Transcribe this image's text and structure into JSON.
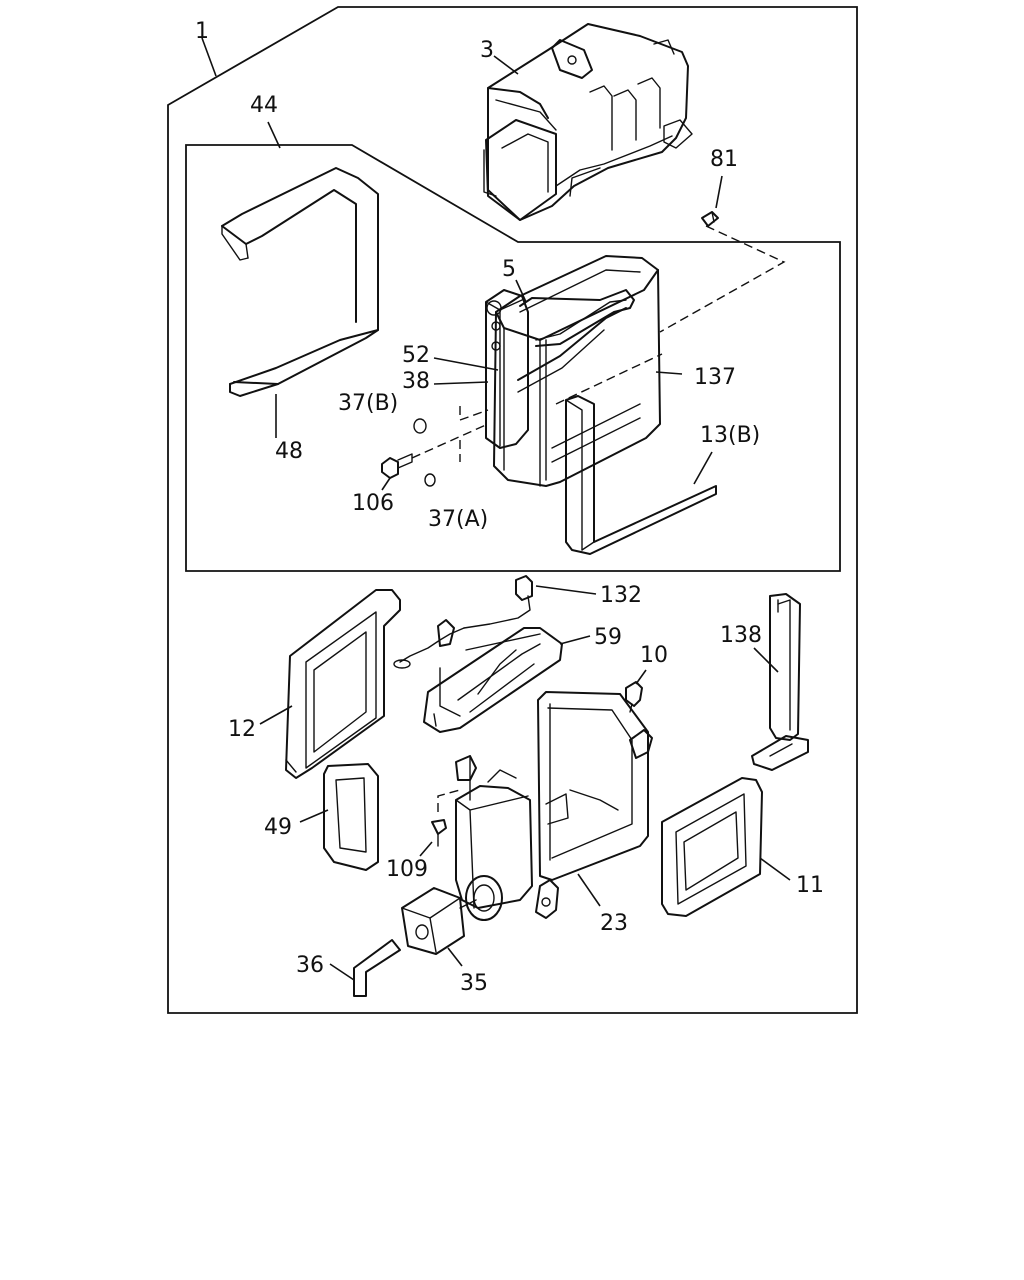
{
  "callouts": {
    "c1": "1",
    "c3": "3",
    "c44": "44",
    "c81": "81",
    "c5": "5",
    "c52": "52",
    "c38": "38",
    "c137": "137",
    "c37b": "37(B)",
    "c48": "48",
    "c13b": "13(B)",
    "c106": "106",
    "c37a": "37(A)",
    "c132": "132",
    "c59": "59",
    "c10": "10",
    "c138": "138",
    "c12": "12",
    "c49": "49",
    "c109": "109",
    "c11": "11",
    "c23": "23",
    "c36": "36",
    "c35": "35"
  }
}
